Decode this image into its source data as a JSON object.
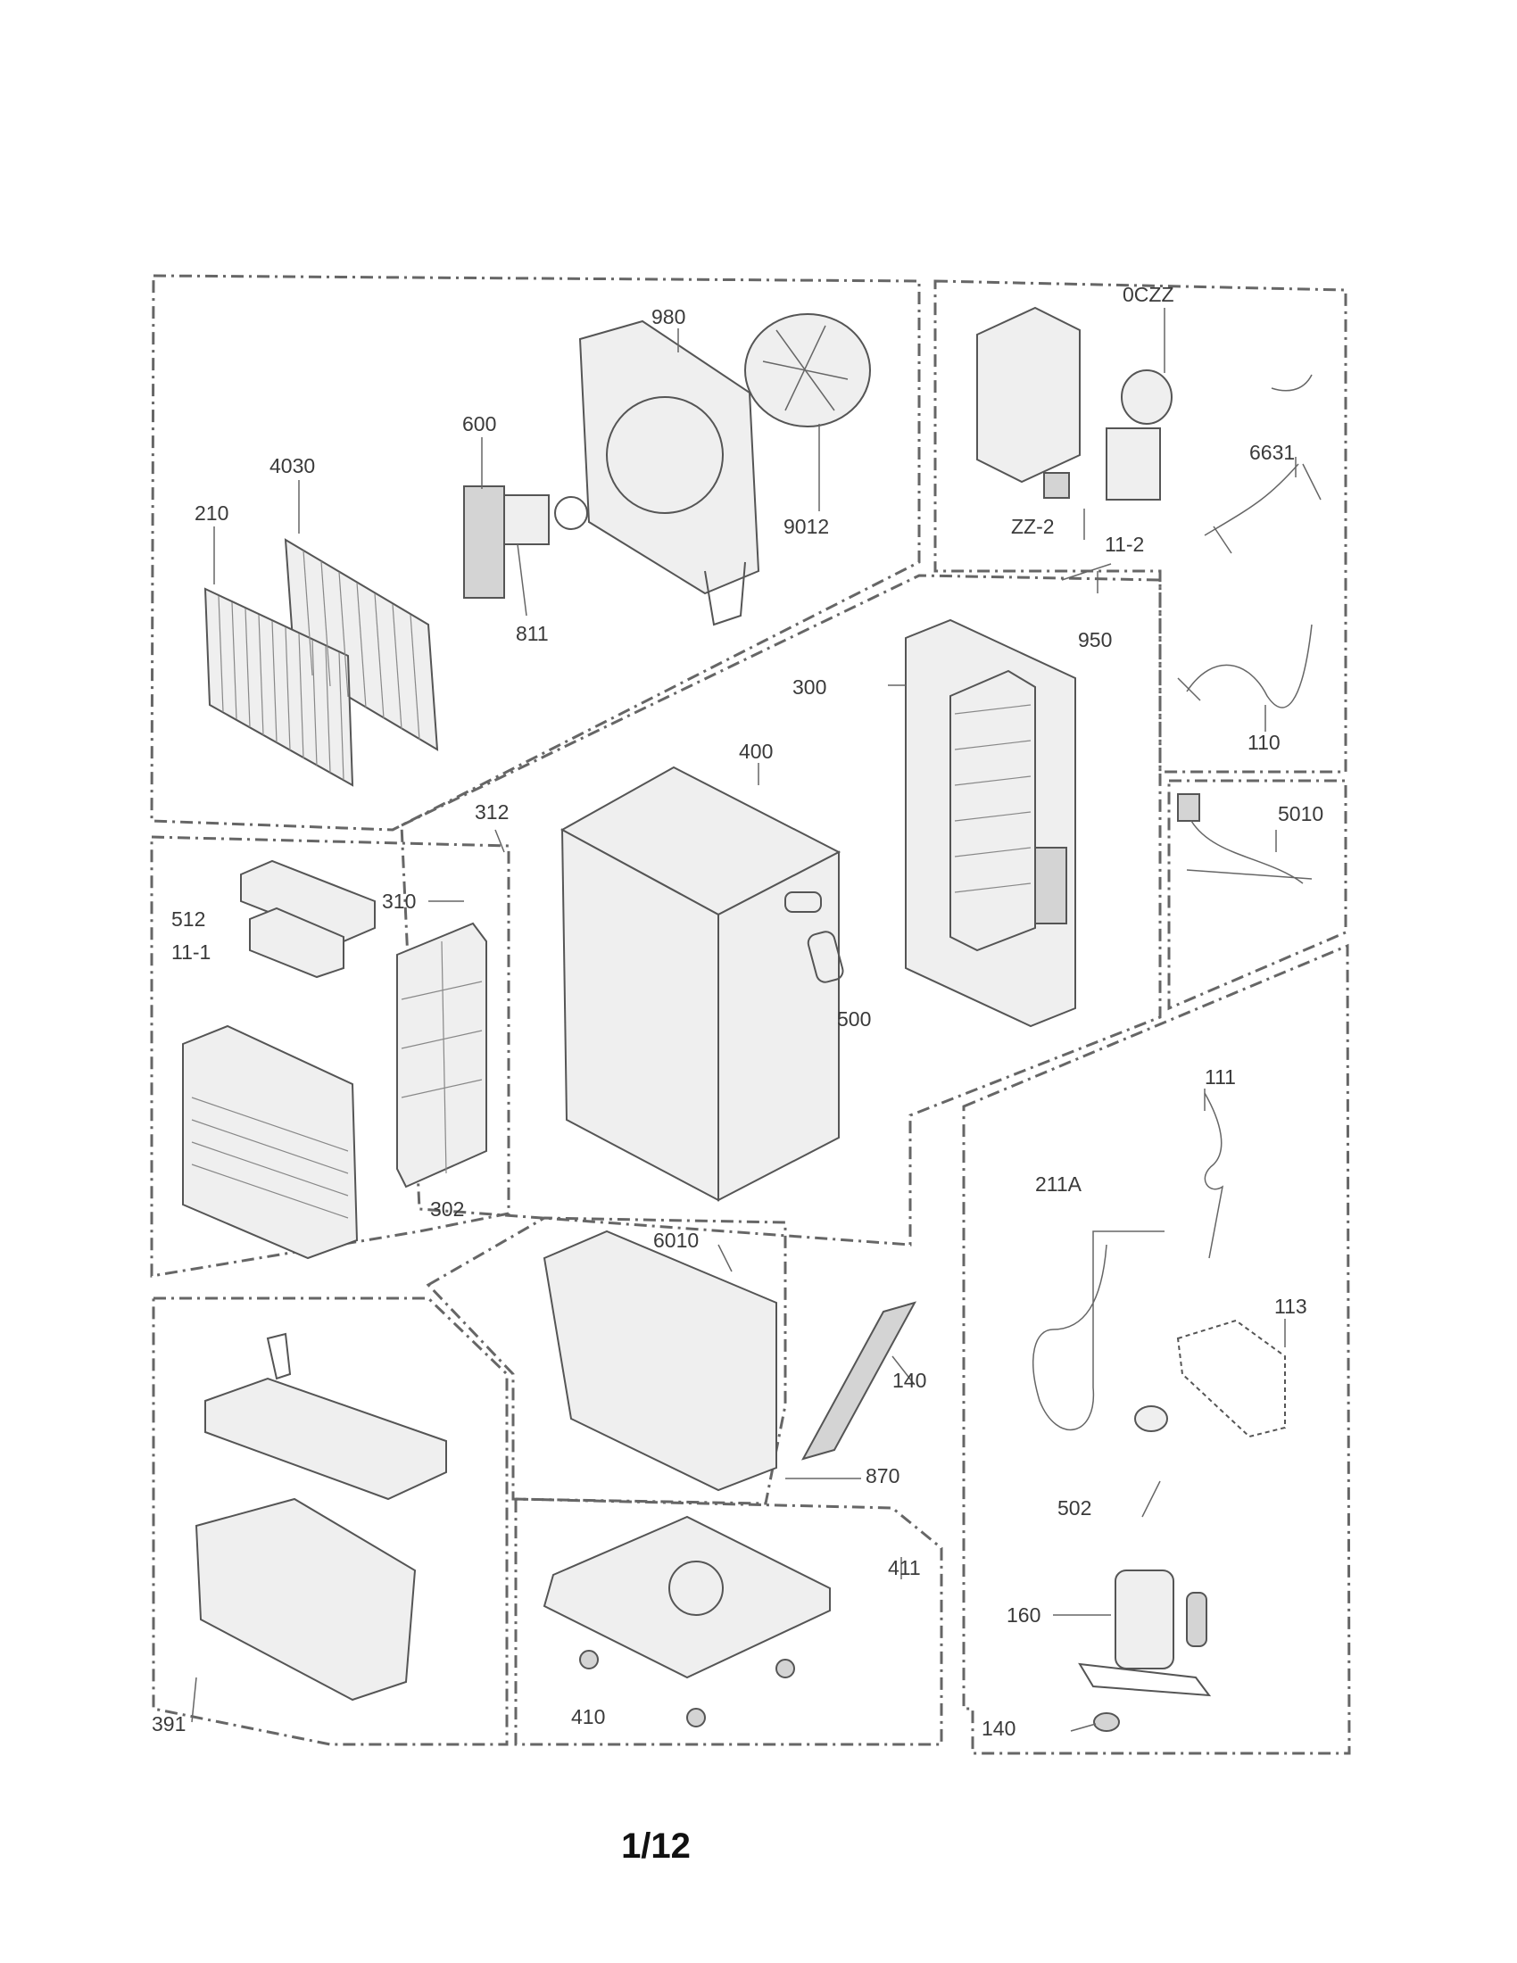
{
  "page_number": "1/12",
  "callouts": {
    "c980": "980",
    "c600": "600",
    "c4030": "4030",
    "c210": "210",
    "c811": "811",
    "c9012": "9012",
    "c0CZZ": "0CZZ",
    "c6631": "6631",
    "cZZ2": "ZZ-2",
    "c11_2": "11-2",
    "c950": "950",
    "c110": "110",
    "c300": "300",
    "c400": "400",
    "c312": "312",
    "c310": "310",
    "c512": "512",
    "c11_1": "11-1",
    "c500": "500",
    "c302": "302",
    "c5010": "5010",
    "c111": "111",
    "c211A": "211A",
    "c113": "113",
    "c6010": "6010",
    "c140a": "140",
    "c870": "870",
    "c502": "502",
    "c411": "411",
    "c160": "160",
    "c410": "410",
    "c391": "391",
    "c140b": "140"
  }
}
